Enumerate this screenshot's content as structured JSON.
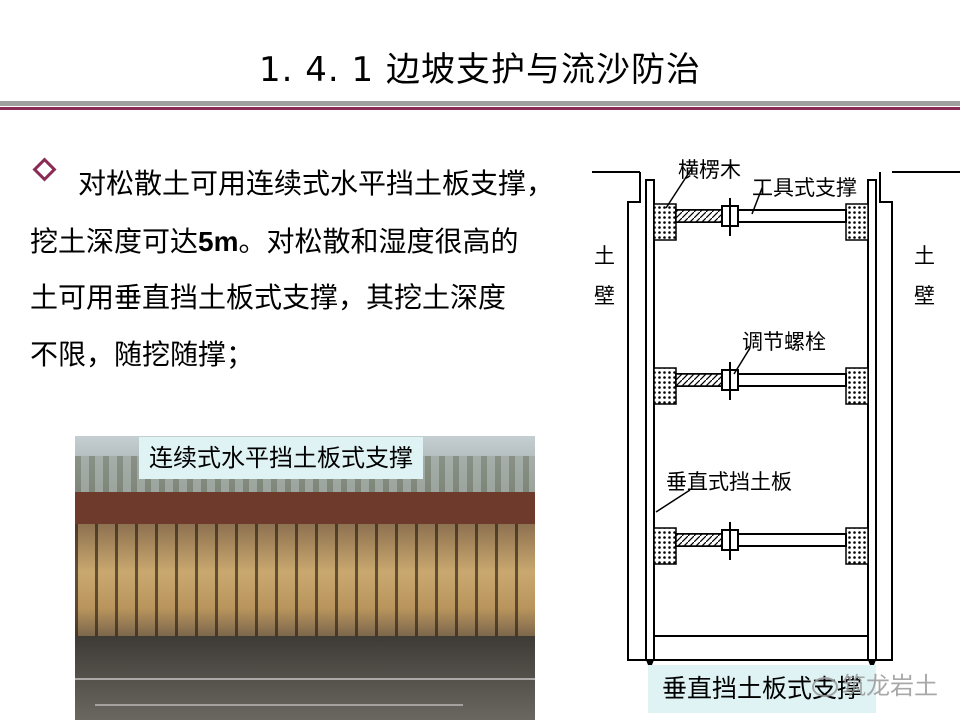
{
  "slide": {
    "title": "1. 4. 1  边坡支护与流沙防治",
    "body_lines": [
      "对松散土可用连续式水平挡土板支撑，",
      "挖土深度可达",
      "5m",
      "。对松散和湿度很高的",
      "土可用垂直挡土板式支撑，其挖土深度",
      "不限，随挖随撑；"
    ],
    "photo_label": "连续式水平挡土板式支撑",
    "diagram": {
      "label_crossbeam": "横楞木",
      "label_tool_brace": "工具式支撑",
      "label_soil_left_1": "土",
      "label_soil_left_2": "壁",
      "label_soil_right_1": "土",
      "label_soil_right_2": "壁",
      "label_bolt": "调节螺栓",
      "label_vertical_board": "垂直式挡土板",
      "caption": "垂直挡土板式支撑"
    },
    "watermark": "筑龙岩土",
    "colors": {
      "accent": "#8a2a55",
      "rule": "#a0a0a0",
      "label_bg": "#dff3f4"
    }
  }
}
